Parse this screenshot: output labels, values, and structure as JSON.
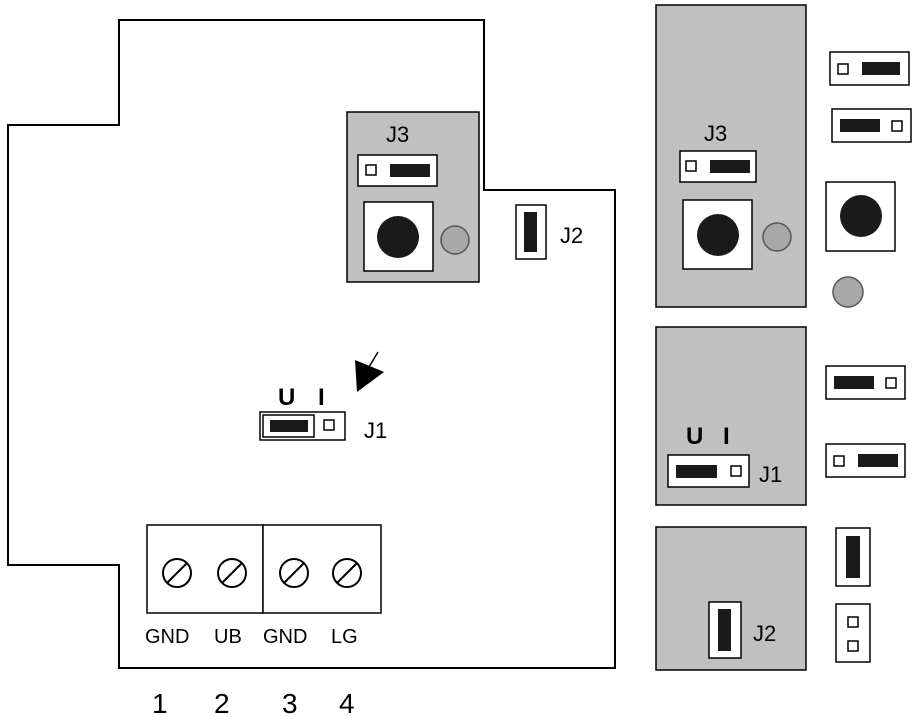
{
  "main_board": {
    "jumpers": {
      "j1": {
        "label": "J1",
        "mode_u": "U",
        "mode_i": "I"
      },
      "j2": {
        "label": "J2"
      },
      "j3": {
        "label": "J3"
      }
    },
    "terminals": [
      {
        "name": "GND",
        "number": "1"
      },
      {
        "name": "UB",
        "number": "2"
      },
      {
        "name": "GND",
        "number": "3"
      },
      {
        "name": "LG",
        "number": "4"
      }
    ]
  },
  "detail_j3": {
    "label": "J3"
  },
  "detail_j1": {
    "label": "J1",
    "mode_u": "U",
    "mode_i": "I"
  },
  "detail_j2": {
    "label": "J2"
  },
  "colors": {
    "panel_gray": "#c0c0c0",
    "component_black": "#1a1a1a",
    "pot_gray": "#a8a8a8",
    "line": "#000000"
  }
}
